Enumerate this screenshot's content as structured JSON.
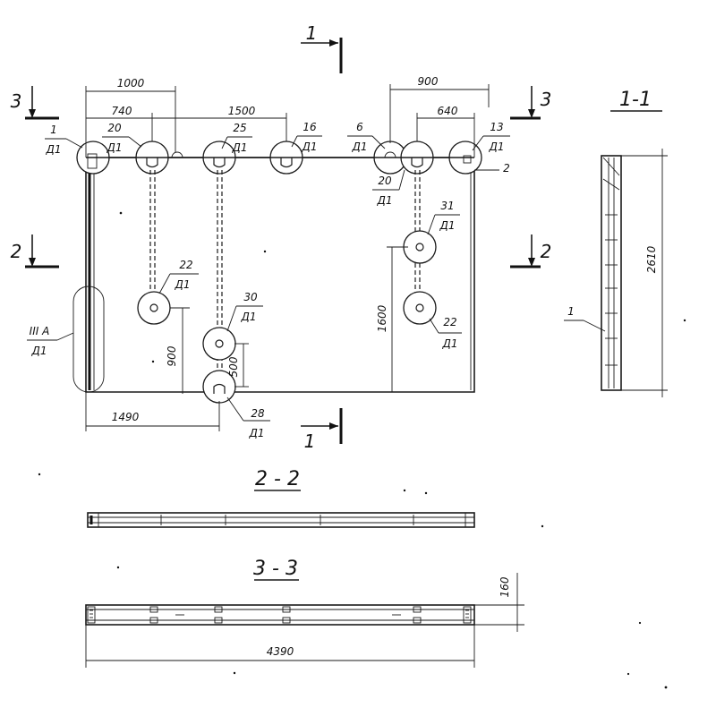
{
  "section_marks": {
    "s1": "1",
    "s2": "2",
    "s3": "3"
  },
  "view_titles": {
    "section_1_1": "1-1",
    "section_2_2": "2 - 2",
    "section_3_3": "3 - 3"
  },
  "dimensions": {
    "d1000": "1000",
    "d740": "740",
    "d1500": "1500",
    "d900_top": "900",
    "d640": "640",
    "d1600": "1600",
    "d900_left": "900",
    "d500": "500",
    "d1490": "1490",
    "d2610": "2610",
    "d160": "160",
    "d4390": "4390"
  },
  "callouts": [
    {
      "id": "c1",
      "num": "1",
      "sheet": "Д1"
    },
    {
      "id": "c20a",
      "num": "20",
      "sheet": "Д1"
    },
    {
      "id": "c25",
      "num": "25",
      "sheet": "Д1"
    },
    {
      "id": "c16",
      "num": "16",
      "sheet": "Д1"
    },
    {
      "id": "c6",
      "num": "6",
      "sheet": "Д1"
    },
    {
      "id": "c13",
      "num": "13",
      "sheet": "Д1"
    },
    {
      "id": "c20b",
      "num": "20",
      "sheet": "Д1"
    },
    {
      "id": "c31",
      "num": "31",
      "sheet": "Д1"
    },
    {
      "id": "c22a",
      "num": "22",
      "sheet": "Д1"
    },
    {
      "id": "c30",
      "num": "30",
      "sheet": "Д1"
    },
    {
      "id": "c22b",
      "num": "22",
      "sheet": "Д1"
    },
    {
      "id": "c28",
      "num": "28",
      "sheet": "Д1"
    },
    {
      "id": "c3a",
      "num": "III A",
      "sheet": "Д1"
    }
  ],
  "item_labels": {
    "right_2": "2",
    "section_item_1": "1"
  }
}
